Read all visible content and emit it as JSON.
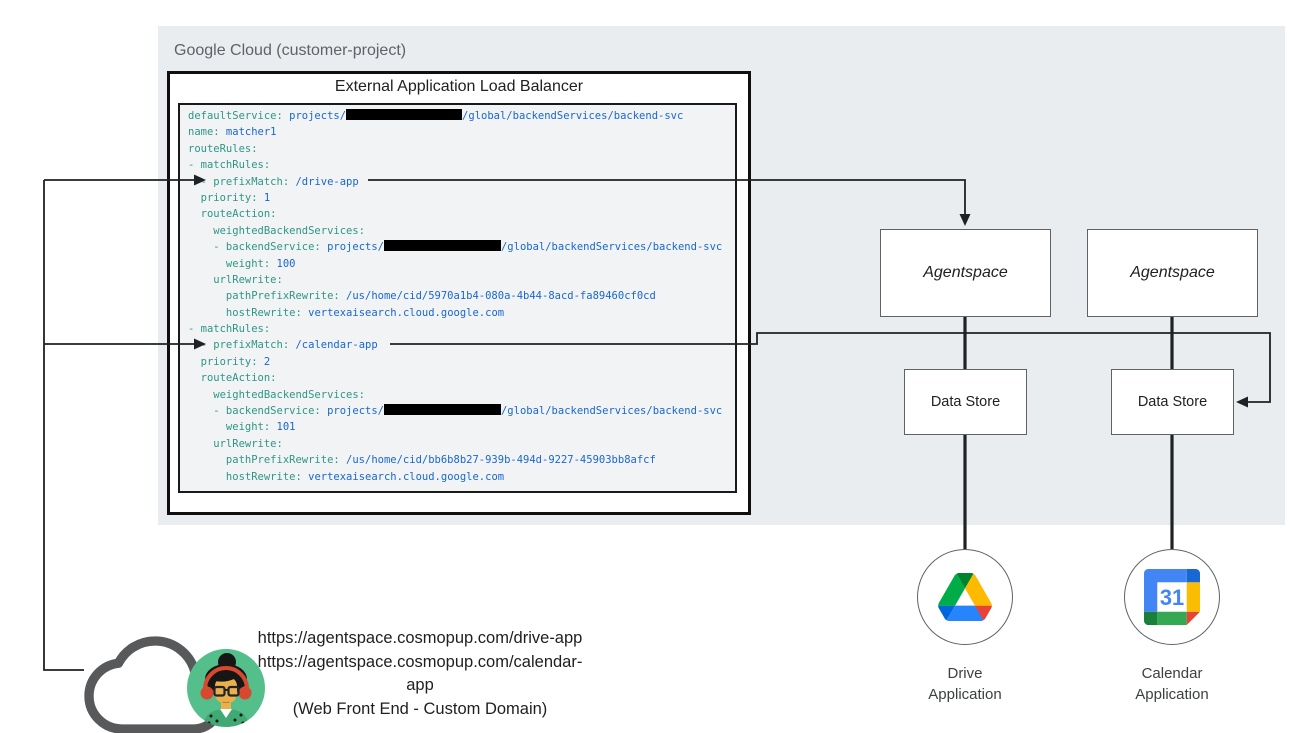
{
  "panel": {
    "title": "Google Cloud (customer-project)"
  },
  "load_balancer": {
    "title": "External Application Load Balancer"
  },
  "code": {
    "colors": {
      "key": "#2e9688",
      "value": "#1967d2",
      "redaction": "#000000",
      "background": "#f1f3f4"
    },
    "lines": [
      [
        {
          "c": "key",
          "t": "defaultService:"
        },
        {
          "c": "val",
          "t": " projects/"
        },
        {
          "c": "redact",
          "w": 116
        },
        {
          "c": "val",
          "t": "/global/backendServices/backend-svc"
        }
      ],
      [
        {
          "c": "key",
          "t": "name:"
        },
        {
          "c": "val",
          "t": " matcher1"
        }
      ],
      [
        {
          "c": "key",
          "t": "routeRules:"
        }
      ],
      [
        {
          "c": "key",
          "t": "- matchRules:"
        }
      ],
      [
        {
          "c": "key",
          "t": "  - prefixMatch:"
        },
        {
          "c": "val",
          "t": " /drive-app"
        }
      ],
      [
        {
          "c": "key",
          "t": "  priority:"
        },
        {
          "c": "val",
          "t": " 1"
        }
      ],
      [
        {
          "c": "key",
          "t": "  routeAction:"
        }
      ],
      [
        {
          "c": "key",
          "t": "    weightedBackendServices:"
        }
      ],
      [
        {
          "c": "key",
          "t": "    - backendService:"
        },
        {
          "c": "val",
          "t": " projects/"
        },
        {
          "c": "redact",
          "w": 117
        },
        {
          "c": "val",
          "t": "/global/backendServices/backend-svc"
        }
      ],
      [
        {
          "c": "key",
          "t": "      weight:"
        },
        {
          "c": "val",
          "t": " 100"
        }
      ],
      [
        {
          "c": "key",
          "t": "    urlRewrite:"
        }
      ],
      [
        {
          "c": "key",
          "t": "      pathPrefixRewrite:"
        },
        {
          "c": "val",
          "t": " /us/home/cid/5970a1b4-080a-4b44-8acd-fa89460cf0cd"
        }
      ],
      [
        {
          "c": "key",
          "t": "      hostRewrite:"
        },
        {
          "c": "val",
          "t": " vertexaisearch.cloud.google.com"
        }
      ],
      [
        {
          "c": "key",
          "t": "- matchRules:"
        }
      ],
      [
        {
          "c": "key",
          "t": "  - prefixMatch:"
        },
        {
          "c": "val",
          "t": " /calendar-app"
        }
      ],
      [
        {
          "c": "key",
          "t": "  priority:"
        },
        {
          "c": "val",
          "t": " 2"
        }
      ],
      [
        {
          "c": "key",
          "t": "  routeAction:"
        }
      ],
      [
        {
          "c": "key",
          "t": "    weightedBackendServices:"
        }
      ],
      [
        {
          "c": "key",
          "t": "    - backendService:"
        },
        {
          "c": "val",
          "t": " projects/"
        },
        {
          "c": "redact",
          "w": 117
        },
        {
          "c": "val",
          "t": "/global/backendServices/backend-svc"
        }
      ],
      [
        {
          "c": "key",
          "t": "      weight:"
        },
        {
          "c": "val",
          "t": " 101"
        }
      ],
      [
        {
          "c": "key",
          "t": "    urlRewrite:"
        }
      ],
      [
        {
          "c": "key",
          "t": "      pathPrefixRewrite:"
        },
        {
          "c": "val",
          "t": " /us/home/cid/bb6b8b27-939b-494d-9227-45903bb8afcf"
        }
      ],
      [
        {
          "c": "key",
          "t": "      hostRewrite:"
        },
        {
          "c": "val",
          "t": " vertexaisearch.cloud.google.com"
        }
      ]
    ]
  },
  "nodes": {
    "agentspace_1": {
      "label": "Agentspace"
    },
    "agentspace_2": {
      "label": "Agentspace"
    },
    "datastore_1": {
      "label": "Data Store"
    },
    "datastore_2": {
      "label": "Data Store"
    },
    "drive": {
      "line1": "Drive",
      "line2": "Application"
    },
    "calendar": {
      "line1": "Calendar",
      "line2": "Application",
      "icon_number": "31"
    }
  },
  "frontend": {
    "urls": [
      "https://agentspace.cosmopup.com/drive-app",
      "https://agentspace.cosmopup.com/calendar-app"
    ],
    "caption": "(Web Front End - Custom Domain)"
  },
  "icons": {
    "drive": "google-drive-icon",
    "calendar": "google-calendar-icon",
    "cloud": "cloud-icon",
    "user": "user-avatar-icon"
  },
  "colors": {
    "panel_bg": "#e9edf0",
    "node_border": "#5f6368",
    "lb_border": "#0f0f0f",
    "line": "#202124",
    "drive_green": "#00ac47",
    "drive_yellow": "#ffba00",
    "drive_blue": "#2684fc",
    "drive_red": "#ea4335",
    "calendar_blue": "#4285f4",
    "avatar_green": "#54bf8b",
    "headphone_red": "#d6492f"
  }
}
